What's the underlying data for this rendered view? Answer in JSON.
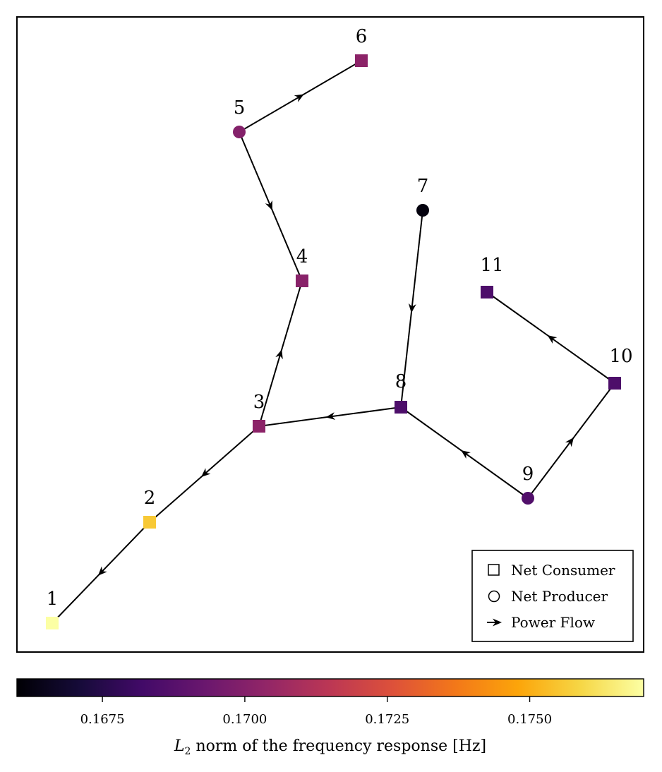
{
  "nodes": [
    {
      "id": "1",
      "label": "1",
      "type": "consumer",
      "value": 0.1772
    },
    {
      "id": "2",
      "label": "2",
      "type": "consumer",
      "value": 0.1756
    },
    {
      "id": "3",
      "label": "3",
      "type": "consumer",
      "value": 0.1702
    },
    {
      "id": "4",
      "label": "4",
      "type": "consumer",
      "value": 0.1701
    },
    {
      "id": "5",
      "label": "5",
      "type": "producer",
      "value": 0.17
    },
    {
      "id": "6",
      "label": "6",
      "type": "consumer",
      "value": 0.1702
    },
    {
      "id": "7",
      "label": "7",
      "type": "producer",
      "value": 0.1662
    },
    {
      "id": "8",
      "label": "8",
      "type": "consumer",
      "value": 0.1685
    },
    {
      "id": "9",
      "label": "9",
      "type": "producer",
      "value": 0.1686
    },
    {
      "id": "10",
      "label": "10",
      "type": "consumer",
      "value": 0.1685
    },
    {
      "id": "11",
      "label": "11",
      "type": "consumer",
      "value": 0.1685
    }
  ],
  "edges": [
    {
      "from": "2",
      "to": "1"
    },
    {
      "from": "3",
      "to": "2"
    },
    {
      "from": "3",
      "to": "4"
    },
    {
      "from": "5",
      "to": "4"
    },
    {
      "from": "5",
      "to": "6"
    },
    {
      "from": "7",
      "to": "8"
    },
    {
      "from": "8",
      "to": "3"
    },
    {
      "from": "9",
      "to": "8"
    },
    {
      "from": "9",
      "to": "10"
    },
    {
      "from": "10",
      "to": "11"
    }
  ],
  "legend": {
    "consumer": "Net Consumer",
    "producer": "Net Producer",
    "flow": "Power Flow"
  },
  "colorbar": {
    "min": 0.166,
    "max": 0.177,
    "ticks": [
      0.1675,
      0.17,
      0.1725,
      0.175
    ],
    "tick_labels": [
      "0.1675",
      "0.1700",
      "0.1725",
      "0.1750"
    ],
    "label_symbol": "L",
    "label_subscript": "2",
    "label_rest": " norm of the frequency response [Hz]",
    "colormap": "inferno"
  }
}
